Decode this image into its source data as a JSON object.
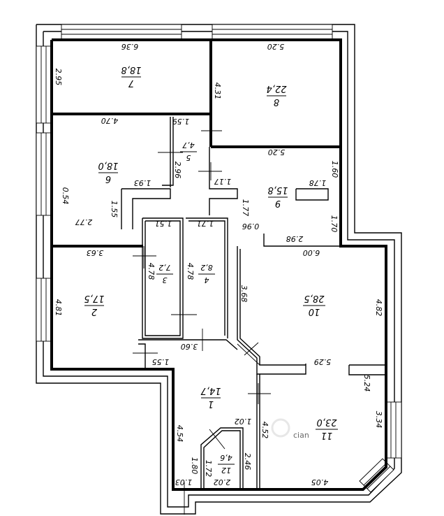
{
  "rooms": [
    {
      "id": "7",
      "area": "18,8",
      "dims": [
        "6.36",
        "2.95"
      ]
    },
    {
      "id": "8",
      "area": "22,4",
      "dims": [
        "5.20",
        "4.31"
      ]
    },
    {
      "id": "6",
      "area": "18,0",
      "dims": [
        "4.70",
        "1.59",
        "2.96",
        "0.54",
        "1.93",
        "1.55",
        "2.77"
      ]
    },
    {
      "id": "5",
      "area": "4,7",
      "dims": []
    },
    {
      "id": "9",
      "area": "15,8",
      "dims": [
        "5.20",
        "1.60",
        "1.17",
        "1.78",
        "1.77",
        "0.96",
        "2.98",
        "1.70"
      ]
    },
    {
      "id": "3",
      "area": "7,2",
      "dims": [
        "1.51",
        "4.78"
      ]
    },
    {
      "id": "4",
      "area": "8,2",
      "dims": [
        "1.71",
        "4.78"
      ]
    },
    {
      "id": "2",
      "area": "17,5",
      "dims": [
        "3.63",
        "4.81",
        "1.55"
      ]
    },
    {
      "id": "10",
      "area": "28,5",
      "dims": [
        "6.00",
        "3.68",
        "4.82",
        "5.29"
      ]
    },
    {
      "id": "1",
      "area": "14,7",
      "dims": [
        "3.60",
        "4.54",
        "1.02",
        "4.52"
      ]
    },
    {
      "id": "11",
      "area": "23,0",
      "dims": [
        "5.24",
        "3.34",
        "4.05"
      ]
    },
    {
      "id": "12",
      "area": "4,6",
      "dims": [
        "2.46",
        "1.80",
        "1.72",
        "2.02",
        "1.03"
      ]
    }
  ],
  "watermark": "cian"
}
